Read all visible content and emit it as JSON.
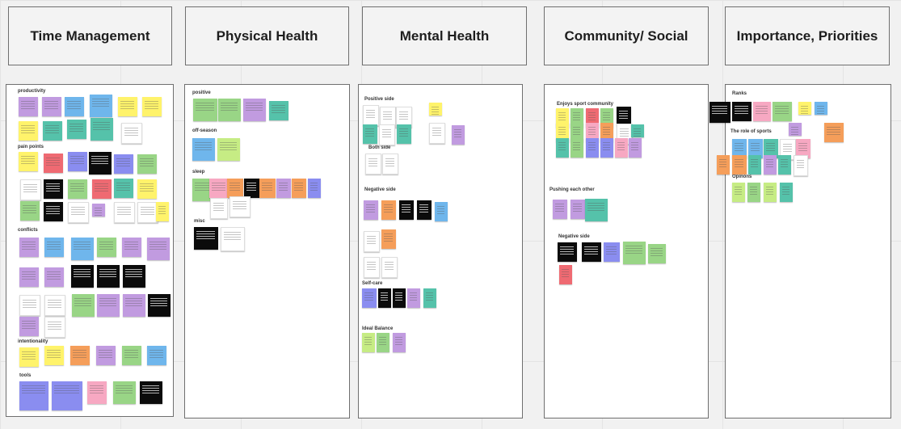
{
  "columns": [
    {
      "title": "Time Management",
      "sections": [
        "productivity",
        "pain points",
        "conflicts",
        "intentionality",
        "tools"
      ]
    },
    {
      "title": "Physical Health",
      "sections": [
        "positive",
        "off-season",
        "sleep",
        "misc"
      ]
    },
    {
      "title": "Mental Health",
      "sections": [
        "Positive side",
        "Both side",
        "Negative side",
        "Self-care",
        "Ideal Balance"
      ]
    },
    {
      "title": "Community/ Social",
      "sections": [
        "Enjoys sport community",
        "Pushing each other",
        "Negative side"
      ]
    },
    {
      "title": "Importance, Priorities",
      "sections": [
        "Ranks",
        "The role of sports",
        "Opinons"
      ]
    }
  ]
}
